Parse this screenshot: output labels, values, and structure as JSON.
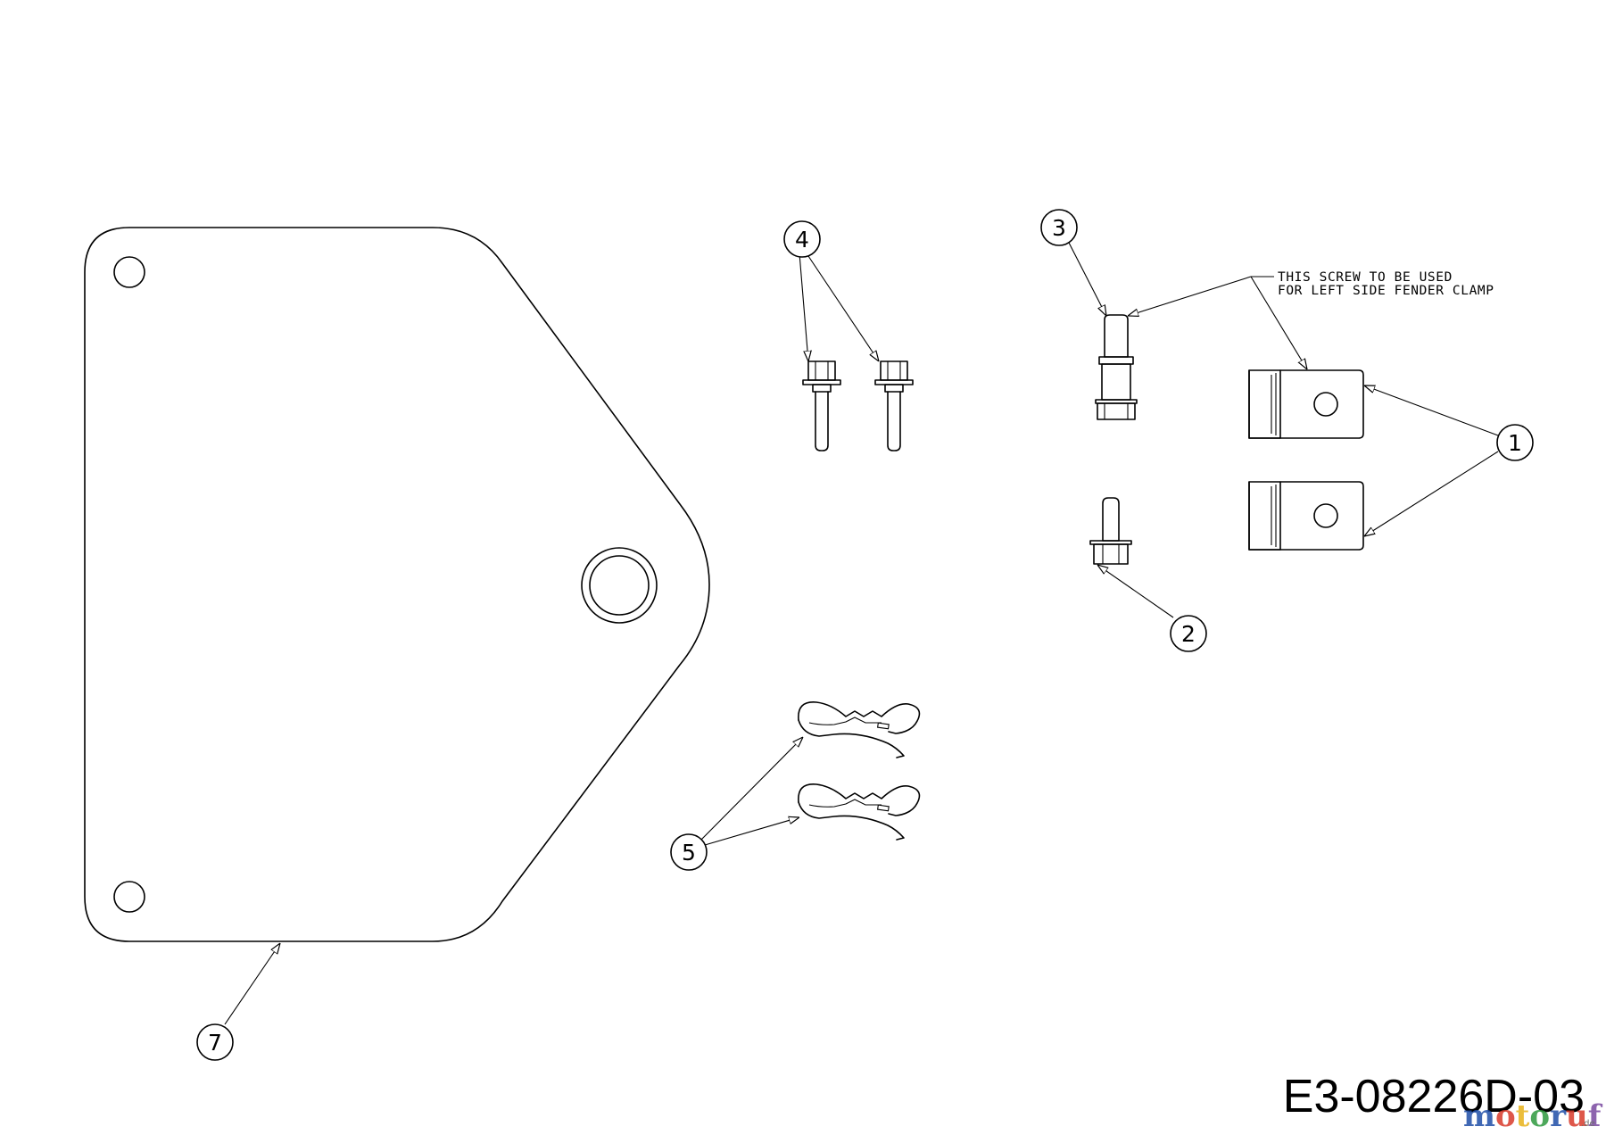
{
  "callouts": {
    "part_1": "1",
    "part_2": "2",
    "part_3": "3",
    "part_4": "4",
    "part_5": "5",
    "part_7": "7"
  },
  "note": {
    "line_1": "THIS SCREW TO BE USED",
    "line_2": "FOR LEFT SIDE FENDER CLAMP"
  },
  "drawing_number": "E3-08226D-03",
  "watermark": {
    "text": "motoruf",
    "suffix": ".de",
    "colors": [
      "#1f4ea8",
      "#d93a2b",
      "#e8b21a",
      "#2f9a3f",
      "#1f4ea8",
      "#d93a2b",
      "#7a4aa0"
    ]
  }
}
